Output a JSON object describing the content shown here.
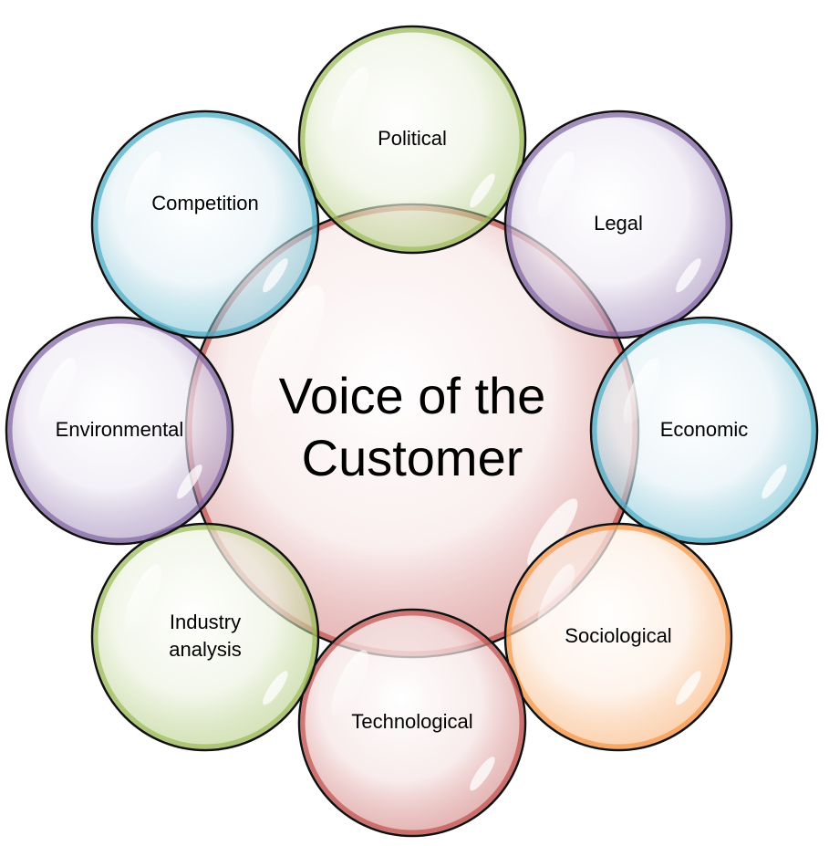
{
  "center": {
    "lines": [
      "Voice of the",
      "Customer"
    ],
    "color": "#c0504d",
    "fill": "#f8e8e8"
  },
  "nodes": [
    {
      "id": "political",
      "lines": [
        "Political"
      ],
      "color": "#9bbb59",
      "fill": "#eef3e2"
    },
    {
      "id": "legal",
      "lines": [
        "Legal"
      ],
      "color": "#8064a2",
      "fill": "#efebf4"
    },
    {
      "id": "economic",
      "lines": [
        "Economic"
      ],
      "color": "#4bacc6",
      "fill": "#e8f3f7"
    },
    {
      "id": "sociological",
      "lines": [
        "Sociological"
      ],
      "color": "#f79646",
      "fill": "#fdeee2"
    },
    {
      "id": "technological",
      "lines": [
        "Technological"
      ],
      "color": "#c0504d",
      "fill": "#f6e4e4"
    },
    {
      "id": "industry-analysis",
      "lines": [
        "Industry",
        "analysis"
      ],
      "color": "#9bbb59",
      "fill": "#eef3e2"
    },
    {
      "id": "environmental",
      "lines": [
        "Environmental"
      ],
      "color": "#8064a2",
      "fill": "#efebf4"
    },
    {
      "id": "competition",
      "lines": [
        "Competition"
      ],
      "color": "#4bacc6",
      "fill": "#e8f3f7"
    }
  ]
}
